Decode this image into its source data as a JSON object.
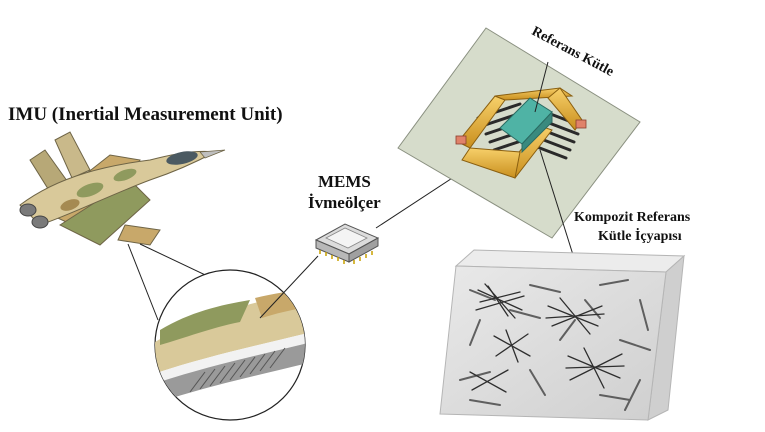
{
  "labels": {
    "imu_title": "IMU (Inertial Measurement Unit)",
    "mems_line1": "MEMS",
    "mems_line2": "İvmeölçer",
    "reference_mass": "Referans Kütle",
    "composite_line1": "Kompozit Referans",
    "composite_line2": "Kütle İçyapısı"
  },
  "colors": {
    "camo_light": "#d9c99a",
    "camo_green": "#8f9a5e",
    "camo_tan": "#c8a86a",
    "substrate": "#d6dccb",
    "spring": "#2a2a2a",
    "frame_gold": "#e8b43a",
    "proof_mass": "#4fb3a5",
    "composite_block": "#dcdcdc",
    "fiber": "#3a3a3a"
  }
}
